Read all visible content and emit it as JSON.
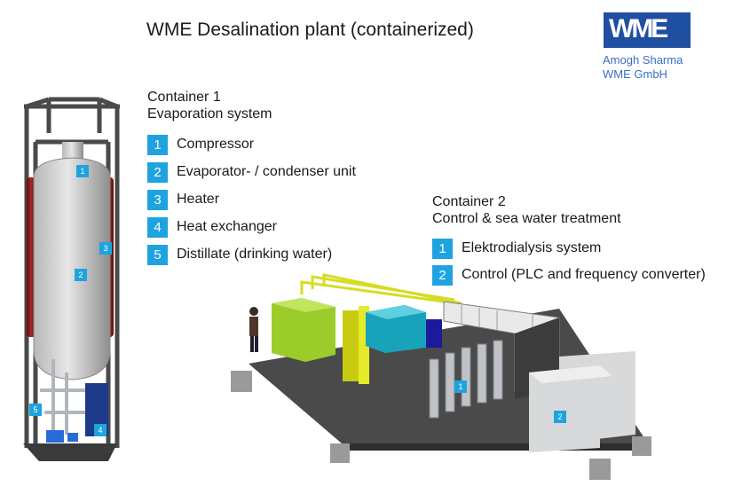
{
  "title": "WME Desalination plant (containerized)",
  "logo": {
    "text": "WME",
    "author": "Amogh Sharma",
    "company": "WME GmbH"
  },
  "container1": {
    "heading": "Container 1",
    "subheading": "Evaporation system",
    "items": [
      {
        "num": "1",
        "label": "Compressor"
      },
      {
        "num": "2",
        "label": "Evaporator- / condenser unit"
      },
      {
        "num": "3",
        "label": "Heater"
      },
      {
        "num": "4",
        "label": "Heat exchanger"
      },
      {
        "num": "5",
        "label": "Distillate (drinking water)"
      }
    ]
  },
  "container2": {
    "heading": "Container 2",
    "subheading": "Control & sea water treatment",
    "items": [
      {
        "num": "1",
        "label": "Elektrodialysis system"
      },
      {
        "num": "2",
        "label": "Control (PLC and frequency converter)"
      }
    ]
  },
  "diagram_tags": {
    "c1_compressor": "1",
    "c1_evaporator": "2",
    "c1_heater": "3",
    "c1_exchanger": "4",
    "c1_distillate": "5",
    "c2_electrodialysis": "1",
    "c2_control": "2"
  },
  "colors": {
    "accent": "#1ea3e0",
    "logo": "#1f4fa0",
    "heater": "#8b1a1a",
    "frame": "#4a4a4a"
  }
}
